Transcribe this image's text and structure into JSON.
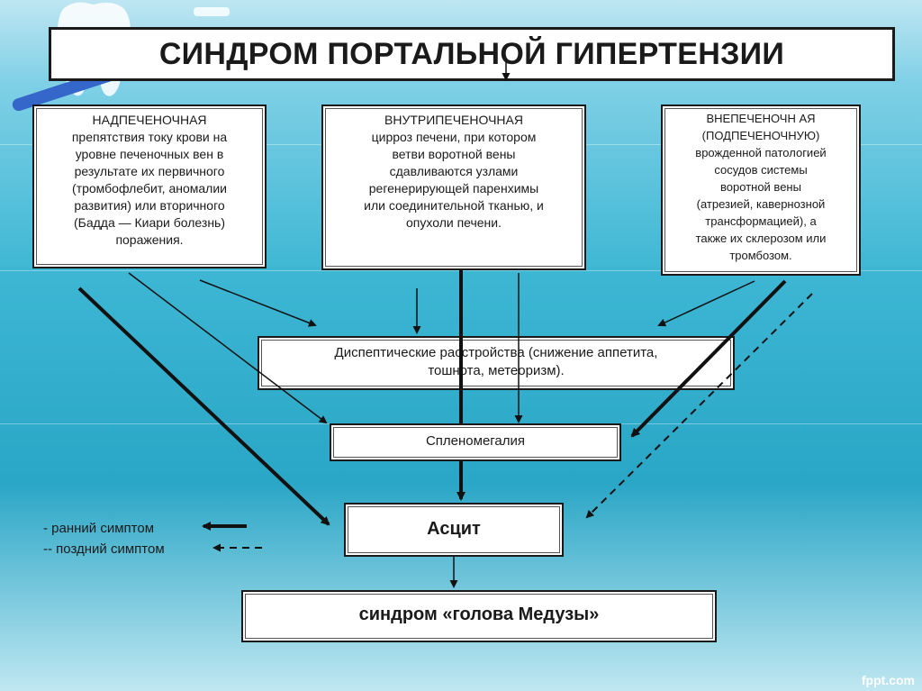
{
  "title": "СИНДРОМ ПОРТАЛЬНОЙ ГИПЕРТЕНЗИИ",
  "columns": {
    "left": {
      "heading": "НАДПЕЧЕНОЧНАЯ",
      "lines": [
        "препятствия току крови на",
        "уровне печеночных вен в",
        "результате их первичного",
        "(тромбофлебит, аномалии",
        "развития) или вторичного",
        "(Бадда — Киари болезнь)",
        "поражения."
      ]
    },
    "middle": {
      "heading": "ВНУТРИПЕЧЕНОЧНАЯ",
      "lines": [
        "цирроз печени, при котором",
        "ветви воротной вены",
        "сдавливаются узлами",
        "регенерирующей паренхимы",
        "или соединительной тканью, и",
        "опухоли печени."
      ]
    },
    "right": {
      "heading": "ВНЕПЕЧЕНОЧН АЯ",
      "lines": [
        "(ПОДПЕЧЕНОЧНУЮ)",
        "врожденной патологией",
        "сосудов системы",
        "воротной вены",
        "(атрезией, кавернозной",
        "трансформацией), а",
        "также их склерозом или",
        "тромбозом."
      ]
    }
  },
  "nodes": {
    "dyspepsia": [
      "Диспептические расстройства (снижение аппетита,",
      "тошнота, метеоризм)."
    ],
    "splenomegaly": "Спленомегалия",
    "ascites": "Асцит",
    "medusa": "синдром «голова Медузы»"
  },
  "legend": {
    "early": "- ранний симптом",
    "late": "-- поздний симптом"
  },
  "logo": "fppt.com",
  "colors": {
    "line": "#111111",
    "box_border": "#1a1a1a",
    "background_top": "#7fd0e6",
    "background_mid": "#2aa6c6"
  }
}
